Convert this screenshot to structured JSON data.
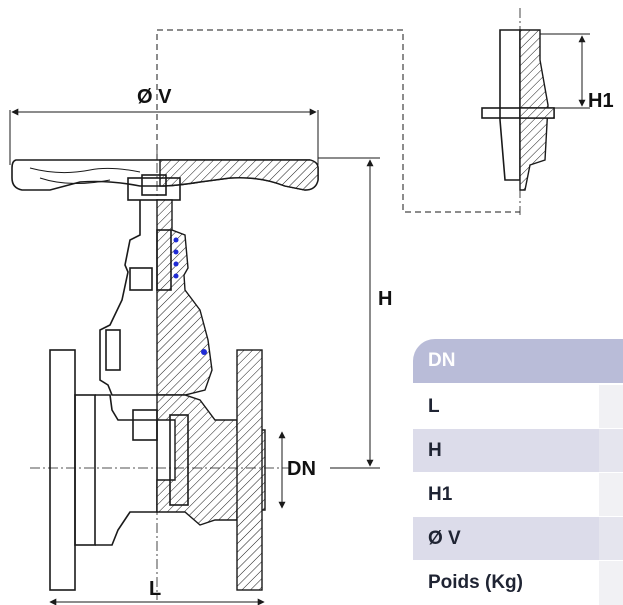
{
  "dimensions": {
    "phi_v": "Ø V",
    "h": "H",
    "h1": "H1",
    "dn": "DN",
    "l": "L"
  },
  "table": {
    "rows": [
      {
        "label": "DN",
        "style": "head"
      },
      {
        "label": "L",
        "style": "light"
      },
      {
        "label": "H",
        "style": "shade"
      },
      {
        "label": "H1",
        "style": "light"
      },
      {
        "label": "Ø V",
        "style": "shade"
      },
      {
        "label": "Poids (Kg)",
        "style": "light"
      }
    ],
    "header_color": "#b9bcd8",
    "shade_color": "#dcdcea"
  },
  "colors": {
    "line": "#1a1a1a",
    "accent_seal": "#1f2bd6"
  }
}
